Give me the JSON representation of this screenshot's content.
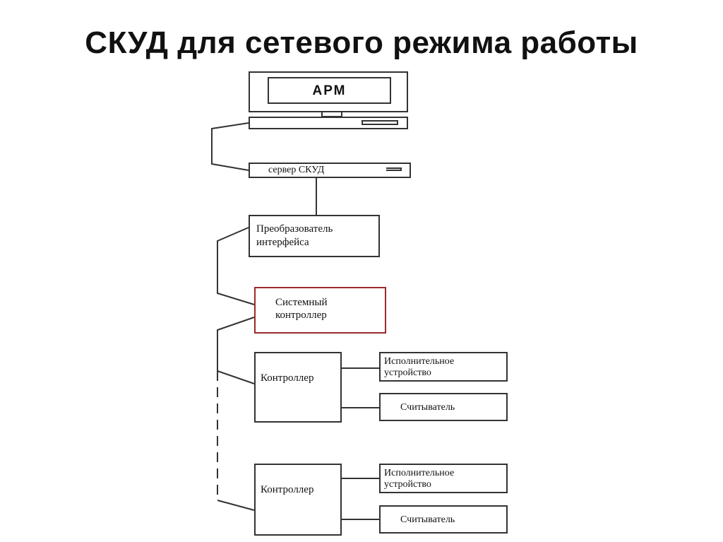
{
  "title": "СКУД для сетевого режима работы",
  "workstation": {
    "label": "АРМ"
  },
  "server": {
    "label": "сервер СКУД"
  },
  "converter": {
    "line1": "Преобразователь",
    "line2": "интерфейса"
  },
  "system_controller": {
    "line1": "Системный",
    "line2": "контроллер"
  },
  "controllers": [
    {
      "label": "Контроллер",
      "actuator_line1": "Исполнительное",
      "actuator_line2": "устройство",
      "reader": "Считыватель"
    },
    {
      "label": "Контроллер",
      "actuator_line1": "Исполнительное",
      "actuator_line2": "устройство",
      "reader": "Считыватель"
    }
  ],
  "colors": {
    "line": "#333333",
    "system_controller_border": "#9b2a2a"
  }
}
